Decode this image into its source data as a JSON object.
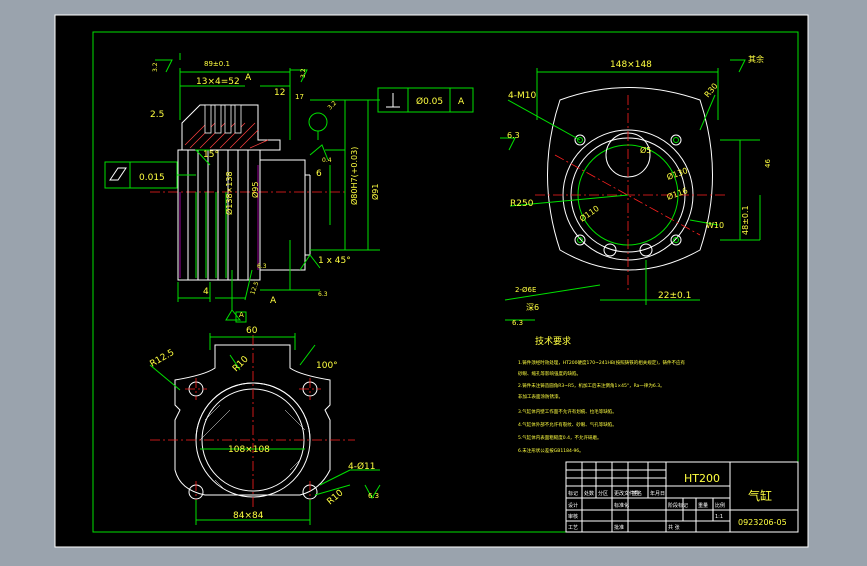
{
  "colors": {
    "page_bg": "#9aa3ad",
    "sheet_bg": "#000000",
    "frame": "#ffffff",
    "outline": "#00e000",
    "text_yellow": "#ffff40",
    "text_white": "#ffffff",
    "center_line": "#ff2020"
  },
  "side_view": {
    "dim_top": "89±0.1",
    "dim_pitch": "13×4=52",
    "dim_12": "12",
    "dim_17": "17",
    "dim_2_5": "2.5",
    "angle_15": "15°",
    "dim_6": "6",
    "dim_4": "4",
    "dim_1x45": "1 x 45°",
    "dim_bore": "Ø80H7(+0.03)",
    "dim_od": "Ø91",
    "dim_fin": "Ø138×138",
    "dim_95": "Ø95",
    "tol_flat_value": "0.015",
    "tol_perp_value": "Ø0.05",
    "datum_a": "A",
    "rough_3_2": "3.2",
    "rough_0_4": "0.4",
    "rough_6_3": "6.3",
    "rough_12_5": "12.5"
  },
  "top_view": {
    "dim_148": "148×148",
    "dim_4m10": "4-M10",
    "dim_r30": "R30",
    "dim_r250": "R250",
    "dim_d130": "Ø130",
    "dim_d116": "Ø116",
    "dim_d110": "Ø110",
    "dim_d5": "Ø5",
    "dim_w10": "W10",
    "dim_48": "48±0.1",
    "dim_22": "22±0.1",
    "dim_2m6": "2-Ø6E",
    "dim_6_label": "深6",
    "dim_46": "46",
    "rough_6_3": "6.3",
    "note_rough": "其余"
  },
  "bottom_view": {
    "dim_60": "60",
    "dim_r12_5": "R12.5",
    "dim_r10": "R10",
    "dim_100": "100°",
    "dim_108": "108×108",
    "dim_4d11": "4-Ø11",
    "dim_r10b": "R10",
    "dim_84": "84×84",
    "rough_6_3": "6.3"
  },
  "tech_req": {
    "title": "技术要求",
    "items": [
      "1.铸件须经时效处理，HT200硬度170~241HB(按照铸铁的相关规定)，铸件不应有",
      "   砂眼、缩孔等影响强度的缺陷。",
      "2.铸件未注铸造圆角R3~R5，机加工后未注倒角1×45°，Ra一律为6.3。",
      "   非加工表面涂防锈漆。",
      "3.气缸体内壁工作面不允许有划痕、拉毛等缺陷。",
      "4.气缸体外部不允许有裂纹、砂眼、气孔等缺陷。",
      "5.气缸体内表面粗糙度0.4，不允许研磨。",
      "6.未注形状公差按GB1184-96。"
    ]
  },
  "title_block": {
    "material": "HT200",
    "part_name": "气缸",
    "drawing_no": "0923206-05",
    "scale_label": "比例",
    "scale": "1:1",
    "sheet_label": "共 张",
    "weight_label": "重量",
    "r1": [
      "标记",
      "处数",
      "分区",
      "更改文件号",
      "签名",
      "年月日"
    ],
    "r2": [
      "设计",
      "",
      "标准化",
      "",
      "阶段标记",
      "重量",
      "比例"
    ],
    "r3": [
      "审核",
      ""
    ],
    "r4": [
      "工艺",
      "",
      "批准",
      ""
    ]
  }
}
